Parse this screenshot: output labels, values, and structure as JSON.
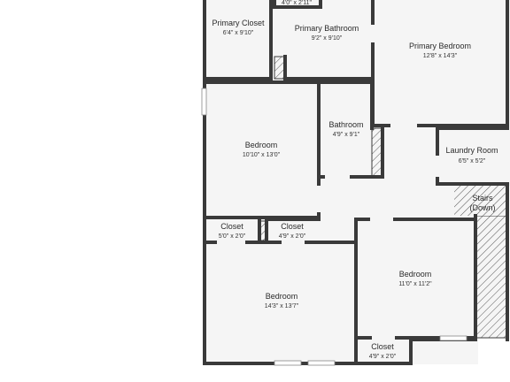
{
  "floor_plan": {
    "colors": {
      "wall": "#3a3a3a",
      "room_fill": "#f5f5f5",
      "background": "#ffffff",
      "text": "#2b2b2b"
    },
    "rooms": {
      "primary_closet": {
        "name": "Primary Closet",
        "dims": "6'4\" x 9'10\""
      },
      "top_closet": {
        "dims": "4'0\" x 2'11\""
      },
      "primary_bathroom": {
        "name": "Primary Bathroom",
        "dims": "9'2\" x 9'10\""
      },
      "primary_bedroom": {
        "name": "Primary Bedroom",
        "dims": "12'8\" x 14'3\""
      },
      "bedroom_left": {
        "name": "Bedroom",
        "dims": "10'10\" x 13'0\""
      },
      "bathroom": {
        "name": "Bathroom",
        "dims": "4'9\" x 9'1\""
      },
      "laundry_room": {
        "name": "Laundry Room",
        "dims": "6'5\" x 5'2\""
      },
      "stairs": {
        "name_line1": "Stairs",
        "name_line2": "(Down)"
      },
      "closet_a": {
        "name": "Closet",
        "dims": "5'0\" x 2'0\""
      },
      "closet_b": {
        "name": "Closet",
        "dims": "4'9\" x 2'0\""
      },
      "bedroom_bottom_left": {
        "name": "Bedroom",
        "dims": "14'3\" x 13'7\""
      },
      "bedroom_bottom_right": {
        "name": "Bedroom",
        "dims": "11'0\" x 11'2\""
      },
      "closet_c": {
        "name": "Closet",
        "dims": "4'9\" x 2'0\""
      }
    }
  }
}
